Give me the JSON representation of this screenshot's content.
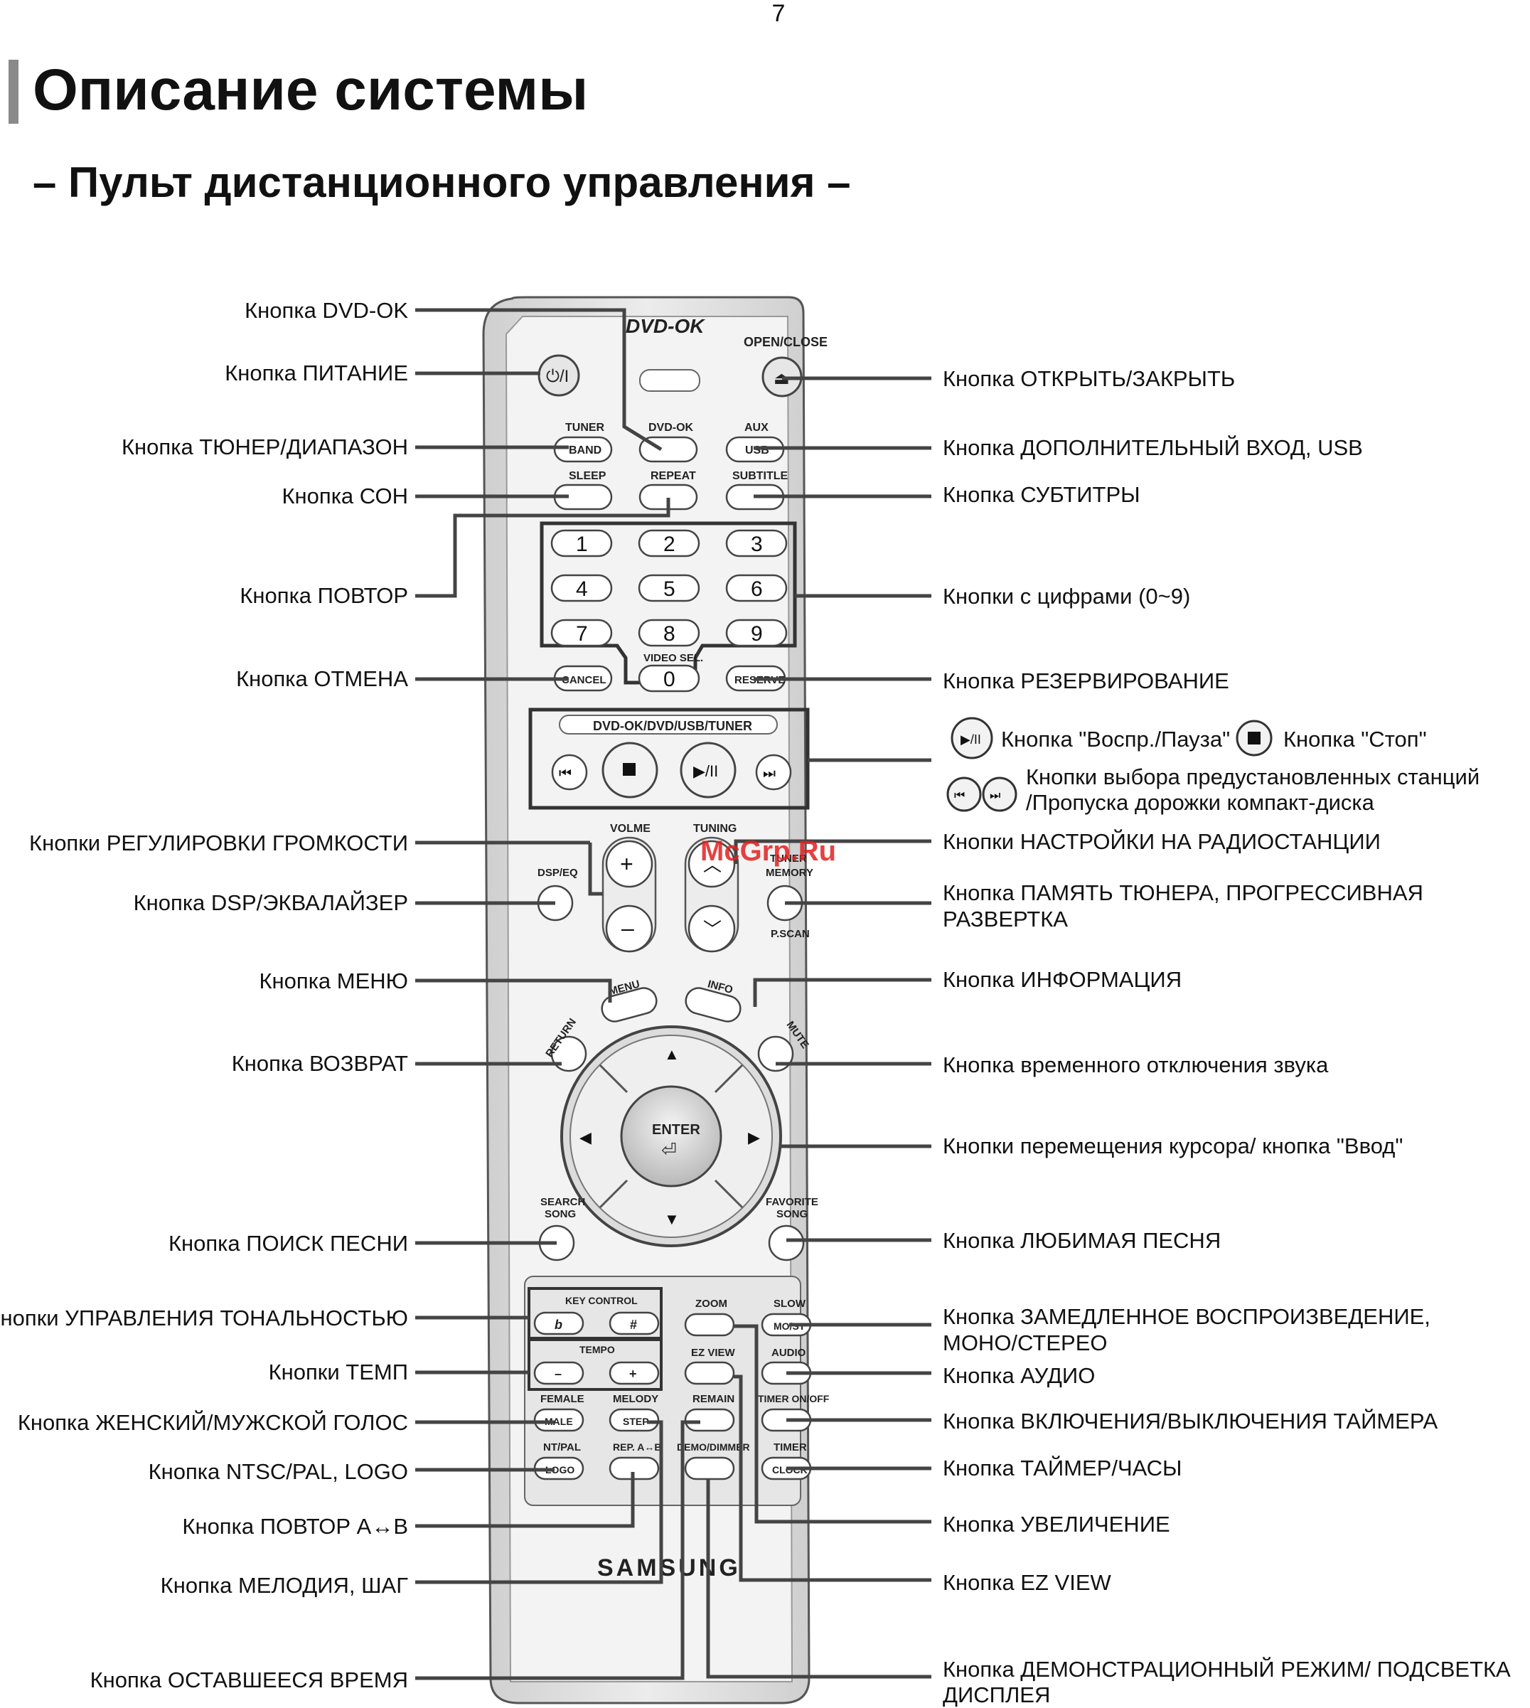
{
  "page_number": "7",
  "title": "Описание системы",
  "subtitle": "– Пульт дистанционного управления –",
  "watermark": "McGrp.Ru",
  "left_labels": [
    "Кнопка DVD-OK",
    "Кнопка ПИТАНИЕ",
    "Кнопка ТЮНЕР/ДИАПАЗОН",
    "Кнопка СОН",
    "Кнопка ПОВТОР",
    "Кнопка ОТМЕНА",
    "Кнопки РЕГУЛИРОВКИ ГРОМКОСТИ",
    "Кнопка DSP/ЭКВАЛАЙЗЕР",
    "Кнопка МЕНЮ",
    "Кнопка ВОЗВРАТ",
    "Кнопка ПОИСК ПЕСНИ",
    "Кнопки УПРАВЛЕНИЯ ТОНАЛЬНОСТЬЮ",
    "Кнопки ТЕМП",
    "Кнопка ЖЕНСКИЙ/МУЖСКОЙ ГОЛОС",
    "Кнопка NTSC/PAL, LOGO",
    "Кнопка ПОВТОР A↔B",
    "Кнопка МЕЛОДИЯ, ШАГ",
    "Кнопка ОСТАВШЕЕСЯ ВРЕМЯ"
  ],
  "right_labels": [
    "Кнопка ОТКРЫТЬ/ЗАКРЫТЬ",
    "Кнопка ДОПОЛНИТЕЛЬНЫЙ ВХОД, USB",
    "Кнопка СУБТИТРЫ",
    "Кнопки с цифрами (0~9)",
    "Кнопка РЕЗЕРВИРОВАНИЕ",
    "Кнопки НАСТРОЙКИ НА РАДИОСТАНЦИИ",
    "Кнопка ПАМЯТЬ ТЮНЕРА, ПРОГРЕССИВНАЯ",
    "РАЗВЕРТКА",
    "Кнопка ИНФОРМАЦИЯ",
    "Кнопка временного отключения звука",
    "Кнопки перемещения курсора/ кнопка \"Ввод\"",
    "Кнопка ЛЮБИМАЯ ПЕСНЯ",
    "Кнопка ЗАМЕДЛЕННОЕ ВОСПРОИЗВЕДЕНИЕ,",
    "МОНО/СТЕРЕО",
    "Кнопка АУДИО",
    "Кнопка ВКЛЮЧЕНИЯ/ВЫКЛЮЧЕНИЯ ТАЙМЕРА",
    "Кнопка ТАЙМЕР/ЧАСЫ",
    "Кнопка УВЕЛИЧЕНИЕ",
    "Кнопка EZ VIEW",
    "Кнопка ДЕМОНСТРАЦИОННЫЙ РЕЖИМ/ ПОДСВЕТКА",
    "ДИСПЛЕЯ"
  ],
  "playback_legend": {
    "play_pause": "Кнопка \"Воспр./Пауза\"",
    "stop": "Кнопка \"Стоп\"",
    "preset_line1": "Кнопки выбора предустановленных станций",
    "preset_line2": "/Пропуска дорожки компакт-диска"
  },
  "remote": {
    "logo": "DVD-OK",
    "brand": "SAMSUNG",
    "open_close": "OPEN/CLOSE",
    "tuner": "TUNER",
    "band": "BAND",
    "dvd_ok": "DVD-OK",
    "aux": "AUX",
    "usb": "USB",
    "sleep": "SLEEP",
    "repeat": "REPEAT",
    "subtitle": "SUBTITLE",
    "digits": [
      "1",
      "2",
      "3",
      "4",
      "5",
      "6",
      "7",
      "8",
      "9",
      "0"
    ],
    "video_sel": "VIDEO SEL.",
    "cancel": "CANCEL",
    "reserve": "RESERVE",
    "mode": "DVD-OK/DVD/USB/TUNER",
    "volume": "VOLME",
    "tuning": "TUNING",
    "dsp": "DSP/EQ",
    "tuner_memory_1": "TUNER",
    "tuner_memory_2": "MEMORY",
    "pscan": "P.SCAN",
    "menu": "MENU",
    "info": "INFO",
    "return": "RETURN",
    "mute": "MUTE",
    "enter": "ENTER",
    "search_song_1": "SEARCH",
    "search_song_2": "SONG",
    "favorite_song_1": "FAVORITE",
    "favorite_song_2": "SONG",
    "key_control": "KEY CONTROL",
    "flat": "b",
    "sharp": "#",
    "zoom": "ZOOM",
    "slow": "SLOW",
    "mono": "MO/ST",
    "tempo": "TEMPO",
    "minus": "–",
    "plus": "+",
    "ez_view": "EZ VIEW",
    "audio": "AUDIO",
    "female": "FEMALE",
    "male": "MALE",
    "melody": "MELODY",
    "step": "STEP",
    "remain": "REMAIN",
    "timer_onoff": "TIMER ON/OFF",
    "ntsc_pal": "NT/PAL",
    "logo_btn": "LOGO",
    "rep_ab": "REP. A↔B",
    "demo_dimmer": "DEMO/DIMMER",
    "timer": "TIMER",
    "clock": "CLOCK"
  }
}
